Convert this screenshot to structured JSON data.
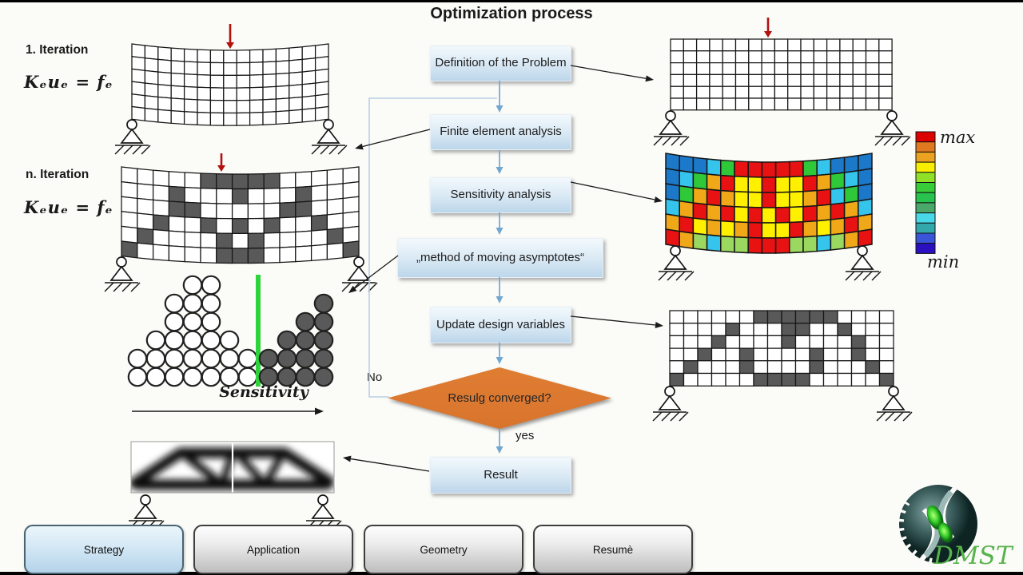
{
  "title": "Optimization process",
  "left": {
    "iter1_label": "1. Iteration",
    "iter1_equation": "Kₑuₑ = fₑ",
    "itern_label": "n. Iteration",
    "itern_equation": "Kₑuₑ = fₑ",
    "sensitivity_label": "Sensitivity"
  },
  "flow": {
    "definition": "Definition of the Problem",
    "fea": "Finite element analysis",
    "sensitivity": "Sensitivity analysis",
    "mma": "„method of moving asymptotes“",
    "update": "Update design variables",
    "decision": "Resulg converged?",
    "no": "No",
    "yes": "yes",
    "result": "Result"
  },
  "colorbar": {
    "max_label": "max",
    "min_label": "min",
    "colors": [
      "#dd0000",
      "#e07820",
      "#eaa220",
      "#f8ee00",
      "#90e028",
      "#38cc38",
      "#28c24e",
      "#4aa86a",
      "#48d8e8",
      "#32a8ac",
      "#3a55d8",
      "#2a10c0"
    ]
  },
  "buttons": [
    {
      "label": "Strategy",
      "variant": "blue"
    },
    {
      "label": "Application",
      "variant": "gray"
    },
    {
      "label": "Geometry",
      "variant": "gray"
    },
    {
      "label": "Resumè",
      "variant": "gray"
    }
  ],
  "logo": {
    "text": "DMST",
    "green": "#58b34c",
    "teal_dark": "#0d2423",
    "teal_mid": "#3c5f5e",
    "teal_light": "#86a8a6"
  },
  "mesh_initial": {
    "cols": 15,
    "rows": 6,
    "sag": 8
  },
  "mesh_iteration_n": {
    "cols": 15,
    "rows": 6,
    "sag": 9,
    "pattern": [
      "000001111100000",
      "000100010001000",
      "000110000011000",
      "001001010100100",
      "010000101000010",
      "100000111000001"
    ]
  },
  "mesh_right_top": {
    "cols": 17,
    "rows": 6,
    "sag": 0
  },
  "mesh_right_pattern": {
    "cols": 16,
    "rows": 6,
    "sag": 0,
    "pattern": [
      "0000001111110000",
      "0000100011001000",
      "0001000010000100",
      "0010010000100100",
      "0100010000100010",
      "1000001111000001"
    ]
  },
  "heatmap": {
    "cols": 15,
    "rows": 6,
    "sag": 11,
    "cells": [
      "BBBCGRRRRRGCBBB",
      "BCGORYYRYYROGCB",
      "BGOROYYRYYORCGB",
      "CORORYRYRYROROC",
      "ORYOYORYYROYORO",
      "ROLCLLRRRLLCLOR"
    ],
    "palette": {
      "B": "#1c78c8",
      "C": "#35c4ec",
      "G": "#2fc838",
      "L": "#9ad860",
      "Y": "#fff000",
      "O": "#f0a818",
      "R": "#e81212"
    }
  },
  "circles": {
    "white_heights": [
      2,
      3,
      5,
      6,
      6,
      3,
      2
    ],
    "dark_heights": [
      2,
      3,
      4,
      5
    ]
  },
  "colors": {
    "line": "#161616",
    "dark_cell": "#595959",
    "load_arrow": "#b3100e",
    "threshold_line": "#2fd33c",
    "flow_arrow": "#72a7d1",
    "loop_line": "#b9cfe4",
    "diamond": "#df7d33",
    "black_arrow": "#1a1a1a"
  }
}
